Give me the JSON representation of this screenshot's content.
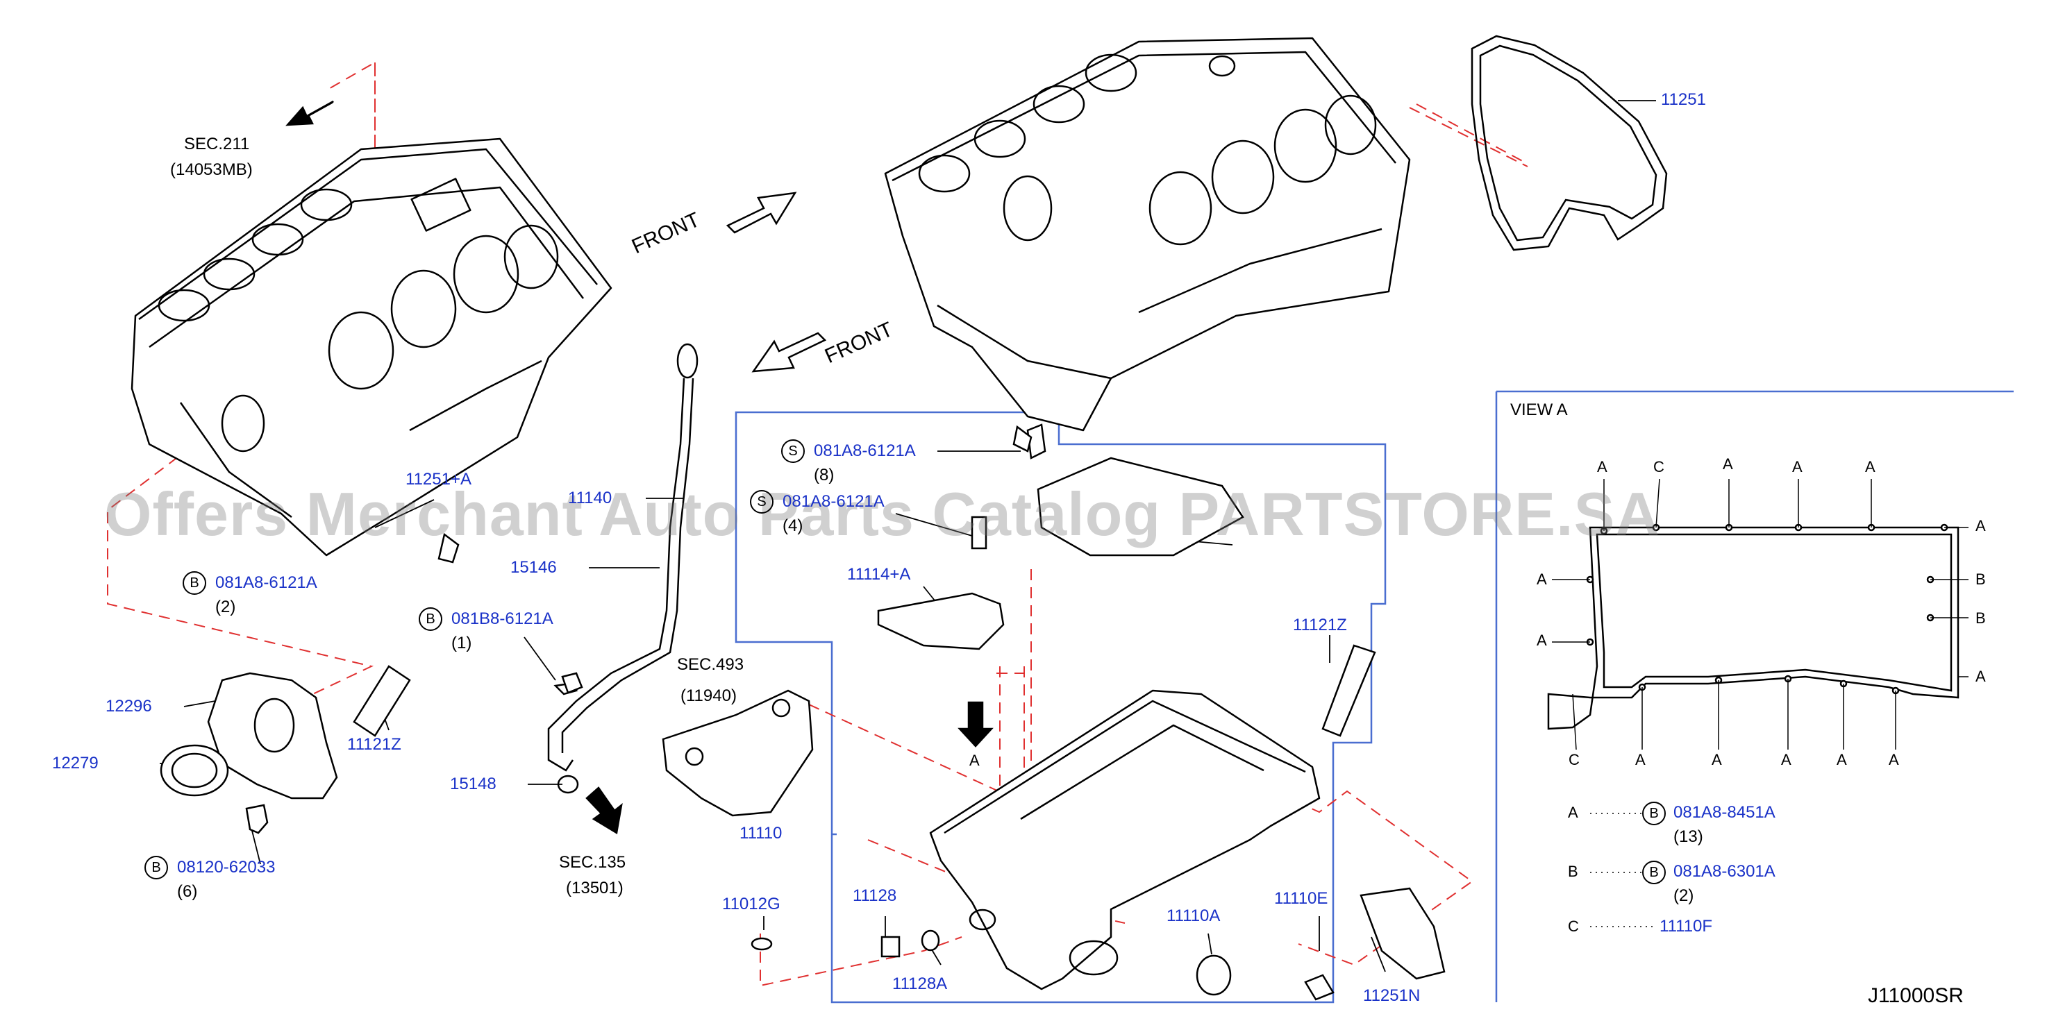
{
  "callouts": [
    {
      "id": "c11251",
      "text": "11251"
    },
    {
      "id": "c11251a",
      "text": "11251+A"
    },
    {
      "id": "c11140",
      "text": "11140"
    },
    {
      "id": "c15146",
      "text": "15146"
    },
    {
      "id": "c081a8_b_1",
      "text": "081A8-6121A"
    },
    {
      "id": "c081b8",
      "text": "081B8-6121A"
    },
    {
      "id": "c12296",
      "text": "12296"
    },
    {
      "id": "c11121z_l",
      "text": "11121Z"
    },
    {
      "id": "c12279",
      "text": "12279"
    },
    {
      "id": "c08120",
      "text": "08120-62033"
    },
    {
      "id": "c15148",
      "text": "15148"
    },
    {
      "id": "c081a8_s_1",
      "text": "081A8-6121A"
    },
    {
      "id": "c081a8_s_2",
      "text": "081A8-6121A"
    },
    {
      "id": "c11114a",
      "text": "11114+A"
    },
    {
      "id": "c11121z_r",
      "text": "11121Z"
    },
    {
      "id": "c11110",
      "text": "11110"
    },
    {
      "id": "c11012g",
      "text": "11012G"
    },
    {
      "id": "c11128",
      "text": "11128"
    },
    {
      "id": "c11128a",
      "text": "11128A"
    },
    {
      "id": "c11110a",
      "text": "11110A"
    },
    {
      "id": "c11110e",
      "text": "11110E"
    },
    {
      "id": "c11251n",
      "text": "11251N"
    },
    {
      "id": "c081a8_8451a",
      "text": "081A8-8451A"
    },
    {
      "id": "c081a8_6301a",
      "text": "081A8-6301A"
    },
    {
      "id": "c11110f",
      "text": "11110F"
    }
  ],
  "quantities": {
    "q_b1": "(2)",
    "q_b8": "(1)",
    "q_08120": "(6)",
    "q_s1": "(8)",
    "q_s2": "(4)",
    "q_8451": "(13)",
    "q_6301": "(2)"
  },
  "sections": {
    "sec211": "SEC.211",
    "sec211_code": "(14053MB)",
    "sec493": "SEC.493",
    "sec493_code": "(11940)",
    "sec135": "SEC.135",
    "sec135_code": "(13501)"
  },
  "front_labels": [
    "FRONT",
    "FRONT"
  ],
  "circle_letters": {
    "b": "B",
    "s": "S"
  },
  "view": {
    "title": "VIEW  A",
    "marker": "A"
  },
  "legend": [
    {
      "key": "A"
    },
    {
      "key": "B"
    },
    {
      "key": "C"
    }
  ],
  "view_marks": [
    "A",
    "C",
    "A",
    "A",
    "A",
    "A",
    "A",
    "B",
    "B",
    "A",
    "A",
    "C",
    "A",
    "A",
    "A",
    "A",
    "A"
  ],
  "drawing_code": "J11000SR",
  "watermark": "Offers Merchant Auto Parts Catalog PARTSTORE.SA",
  "colors": {
    "callout": "#1a32c8",
    "frame": "#4a6ed0",
    "leader_dash": "#e03030",
    "line": "#000000"
  }
}
